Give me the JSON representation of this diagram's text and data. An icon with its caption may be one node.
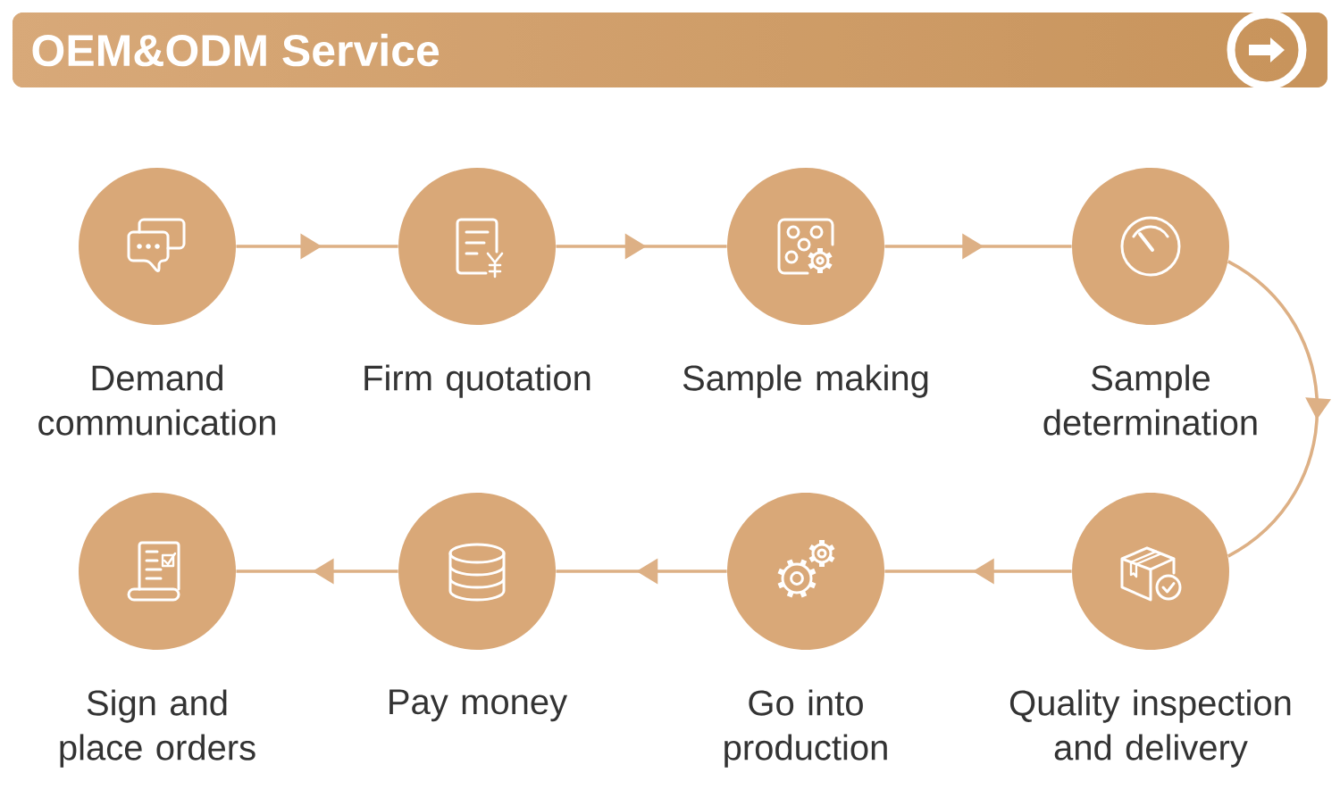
{
  "diagram": {
    "title": "OEM&ODM Service",
    "nodes": [
      {
        "text": [
          "Demand communication"
        ]
      },
      {
        "text": [
          "Firm quotation"
        ]
      },
      {
        "text": [
          "Sample making"
        ]
      },
      {
        "text": [
          "Sample determination"
        ]
      },
      {
        "text": [
          "Sign and place orders"
        ]
      },
      {
        "text": [
          "Pay money"
        ]
      },
      {
        "text": [
          "Go into production"
        ]
      },
      {
        "text": [
          "Quality inspection and delivery"
        ]
      }
    ],
    "edges": [
      {
        "from": 0,
        "to": 1,
        "arrow": "to"
      },
      {
        "from": 1,
        "to": 2,
        "arrow": "to"
      },
      {
        "from": 2,
        "to": 3,
        "arrow": "to"
      },
      {
        "from": 3,
        "to": 7,
        "arrow": "to"
      },
      {
        "from": 7,
        "to": 6,
        "arrow": "to"
      },
      {
        "from": 6,
        "to": 5,
        "arrow": "to"
      },
      {
        "from": 5,
        "to": 4,
        "arrow": "to"
      }
    ]
  }
}
